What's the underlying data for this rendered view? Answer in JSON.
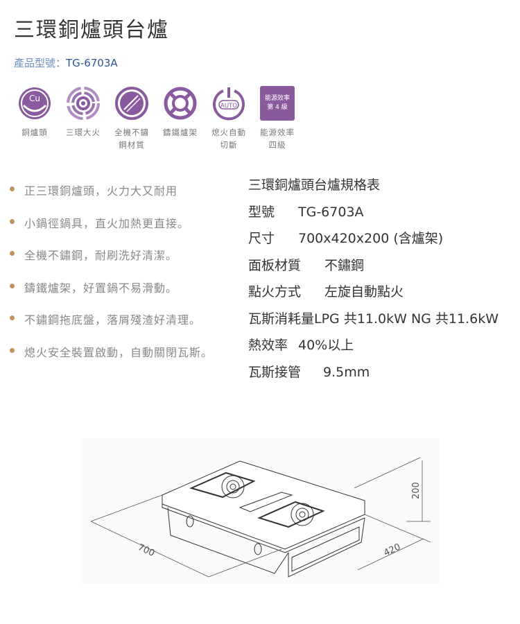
{
  "title": "三環銅爐頭台爐",
  "model": {
    "label": "產品型號：",
    "value": "TG-6703A"
  },
  "colors": {
    "accent": "#8a5a9e",
    "bullet": "#c09060",
    "model_value": "#2a5696"
  },
  "icons": [
    {
      "name": "copper-burner-icon",
      "badge": "Cu",
      "caption": "銅爐頭"
    },
    {
      "name": "triple-ring-icon",
      "caption": "三環大火"
    },
    {
      "name": "stainless-steel-icon",
      "caption": "全機不鏽鋼材質"
    },
    {
      "name": "cast-iron-grate-icon",
      "caption": "鑄鐵爐架"
    },
    {
      "name": "auto-shutoff-icon",
      "badge": "AUTO",
      "caption": "熄火自動切斷"
    },
    {
      "name": "energy-efficiency-badge",
      "line1": "能源效率",
      "line2": "第 4 級",
      "caption": "能源效率四級"
    }
  ],
  "captions": {
    "c0": "銅爐頭",
    "c1": "三環大火",
    "c2a": "全機不鏽",
    "c2b": "鋼材質",
    "c3": "鑄鐵爐架",
    "c4a": "熄火自動",
    "c4b": "切斷",
    "c5a": "能源效率",
    "c5b": "四級"
  },
  "features": [
    "正三環銅爐頭，火力大又耐用",
    "小鍋徑鍋具，直火加熱更直接。",
    "全機不鏽鋼，耐刷洗好清潔。",
    "鑄鐵爐架，好置鍋不易滑動。",
    "不鏽鋼拖底盤，落屑殘渣好清理。",
    "熄火安全裝置啟動，自動關閉瓦斯。"
  ],
  "spec": {
    "title": "三環銅爐頭台爐規格表",
    "rows": [
      {
        "k": "型號",
        "v": "TG-6703A"
      },
      {
        "k": "尺寸",
        "v": "700x420x200 (含爐架)"
      },
      {
        "k": "面板材質",
        "v": "不鏽鋼"
      },
      {
        "k": "點火方式",
        "v": "左旋自動點火"
      },
      {
        "k": "瓦斯消耗量",
        "v": "LPG 共11.0kW NG 共11.6kW"
      },
      {
        "k": "熱效率",
        "v": "40%以上"
      },
      {
        "k": "瓦斯接管",
        "v": "9.5mm"
      }
    ]
  },
  "dimensions": {
    "width": "700",
    "depth": "420",
    "height": "200"
  }
}
